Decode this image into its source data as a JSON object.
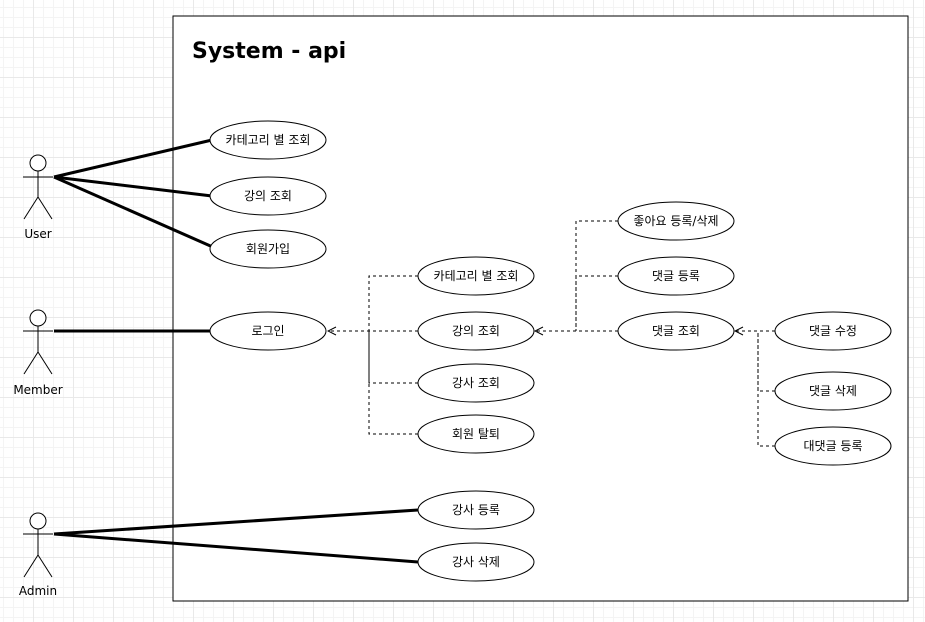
{
  "system": {
    "title": "System - api"
  },
  "actors": {
    "user": "User",
    "member": "Member",
    "admin": "Admin"
  },
  "use_cases": {
    "uc_category_user": "카테고리 별 조회",
    "uc_lecture_user": "강의 조회",
    "uc_signup": "회원가입",
    "uc_login": "로그인",
    "uc_category_member": "카테고리 별 조회",
    "uc_lecture_member": "강의 조회",
    "uc_teacher_view": "강사 조회",
    "uc_withdraw": "회원 탈퇴",
    "uc_like": "좋아요 등록/삭제",
    "uc_comment_add": "댓글 등록",
    "uc_comment_view": "댓글 조회",
    "uc_comment_edit": "댓글 수정",
    "uc_comment_delete": "댓글 삭제",
    "uc_reply_add": "대댓글 등록",
    "uc_teacher_add": "강사 등록",
    "uc_teacher_delete": "강사 삭제"
  }
}
